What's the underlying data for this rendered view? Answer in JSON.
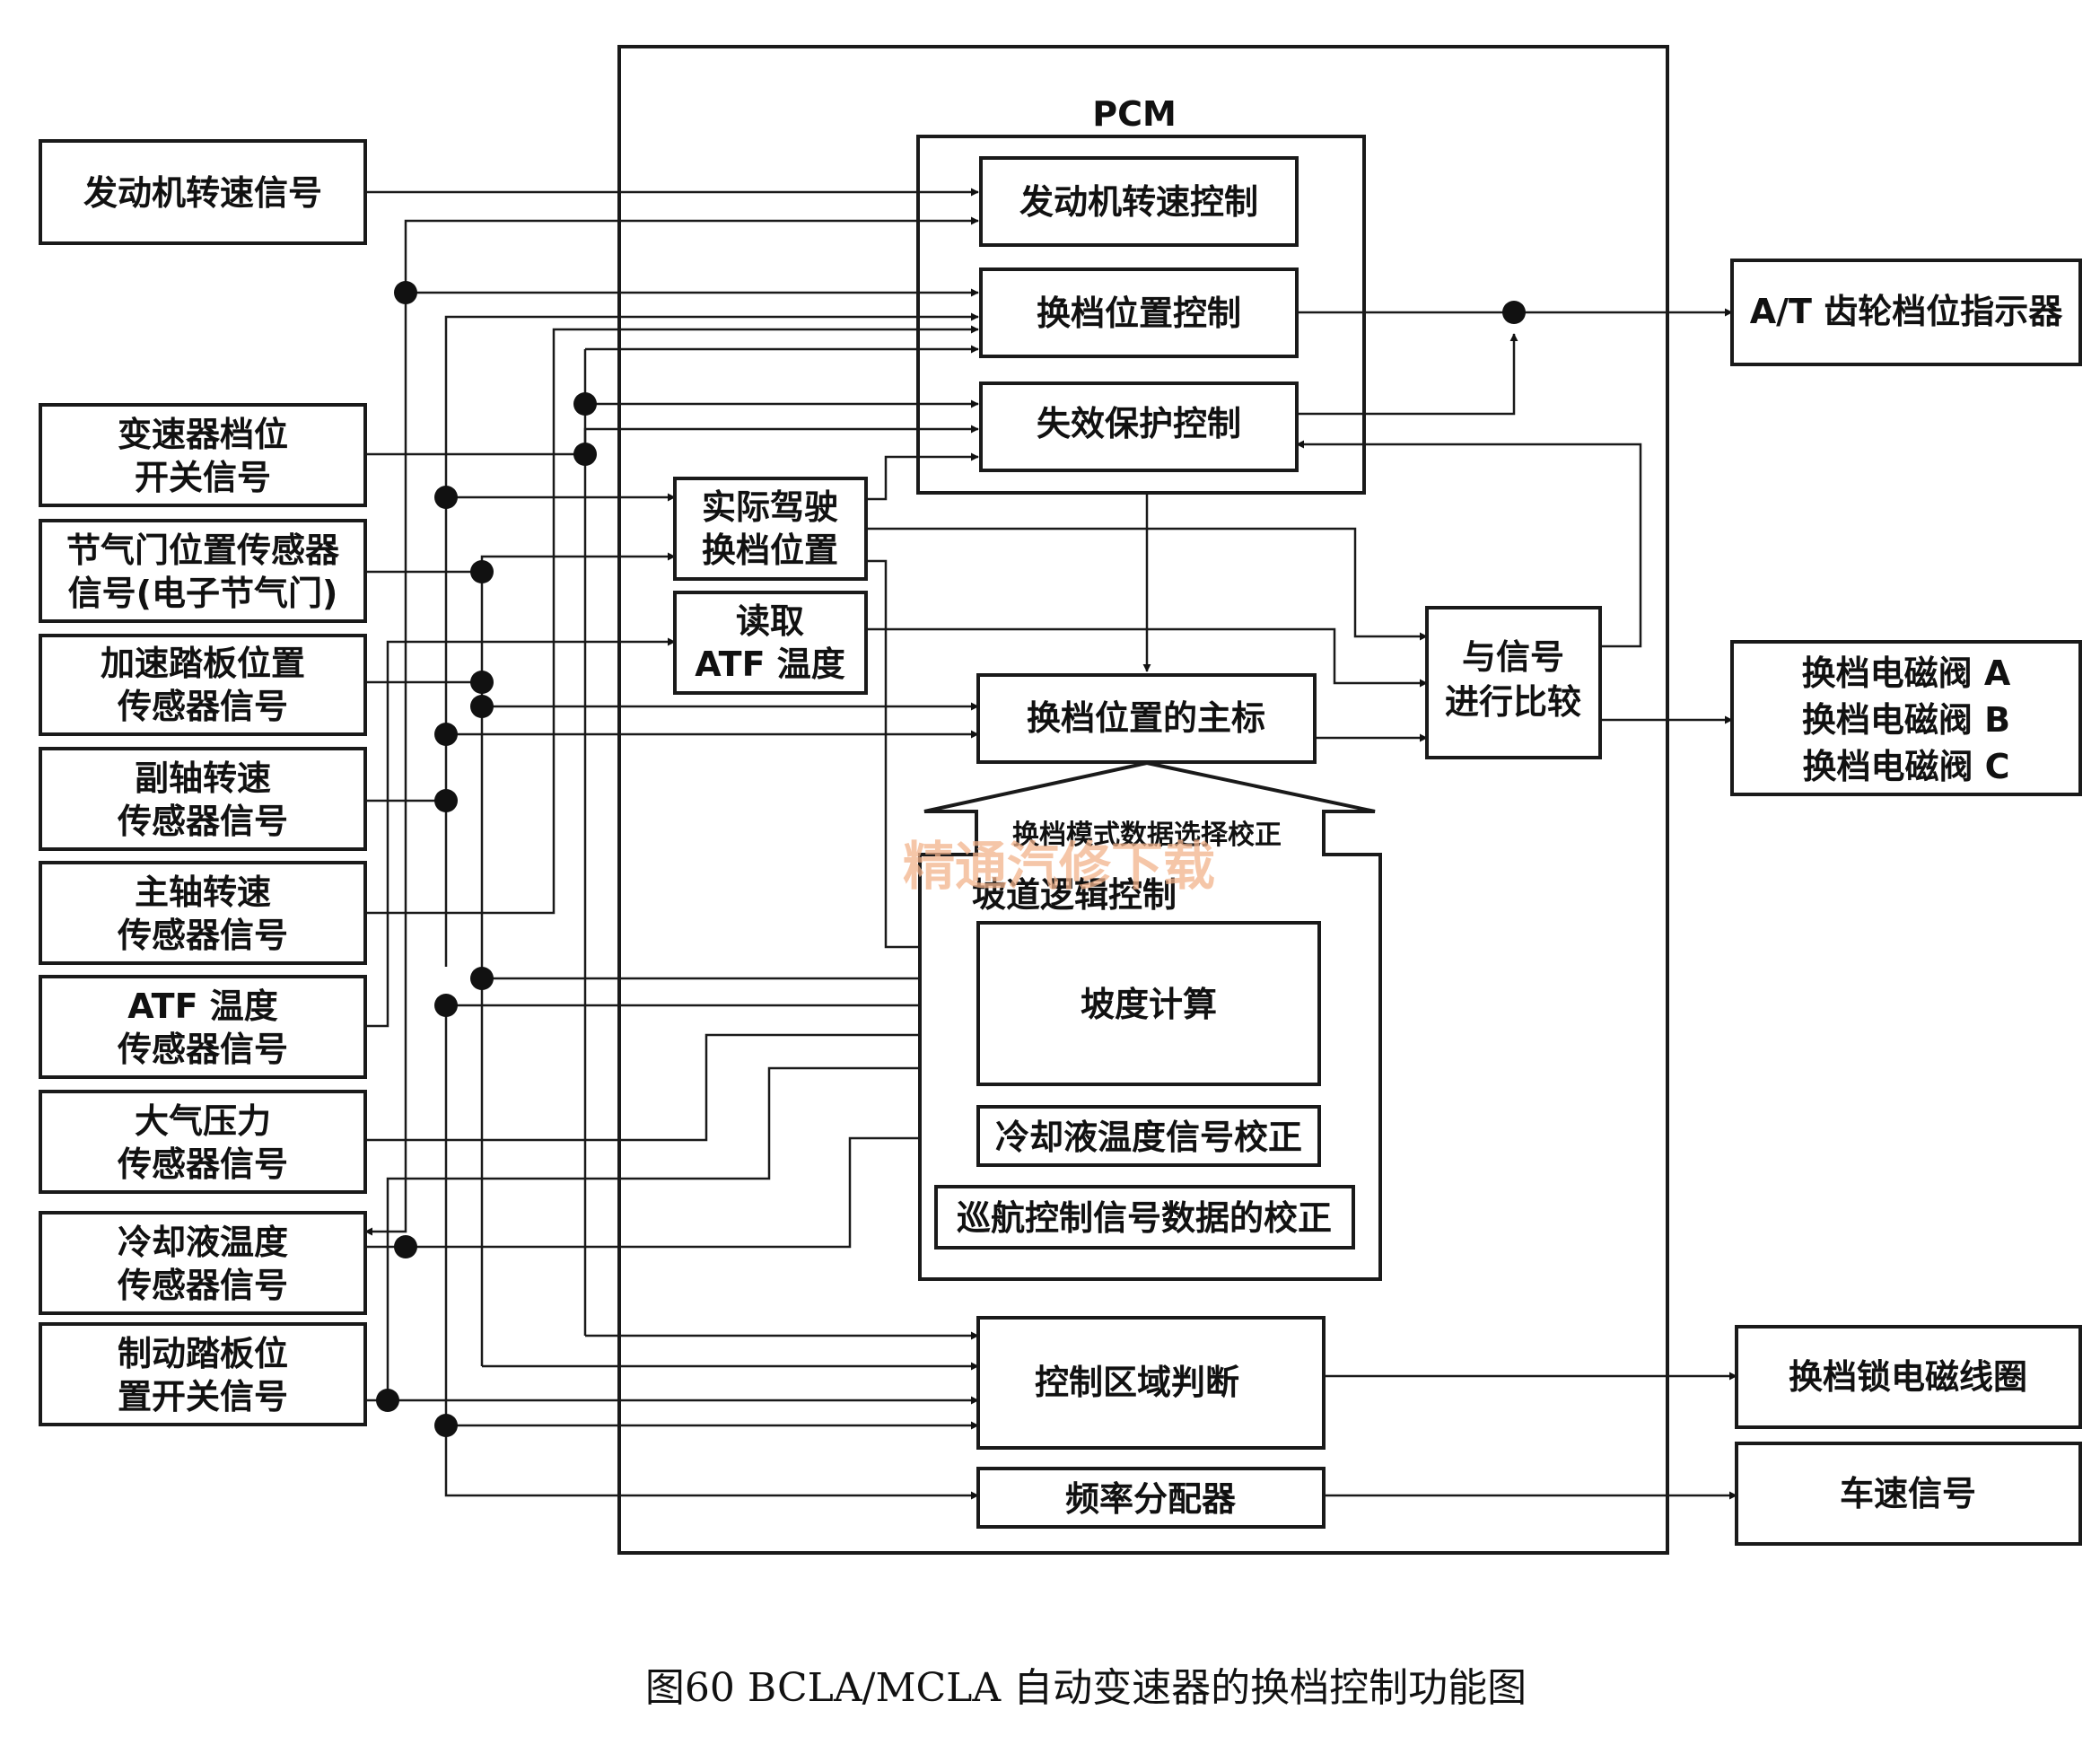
{
  "inputs": {
    "engine_speed": [
      "发动机转速信号"
    ],
    "range_switch": [
      "变速器档位",
      "开关信号"
    ],
    "tps": [
      "节气门位置传感器",
      "信号(电子节气门)"
    ],
    "app": [
      "加速踏板位置",
      "传感器信号"
    ],
    "countershaft": [
      "副轴转速",
      "传感器信号"
    ],
    "mainshaft": [
      "主轴转速",
      "传感器信号"
    ],
    "atf_temp": [
      "ATF 温度",
      "传感器信号"
    ],
    "baro": [
      "大气压力",
      "传感器信号"
    ],
    "ect": [
      "冷却液温度",
      "传感器信号"
    ],
    "brake": [
      "制动踏板位",
      "置开关信号"
    ]
  },
  "pcm": {
    "label": "PCM",
    "engine_speed_ctrl": [
      "发动机转速控制"
    ],
    "shift_position_ctrl": [
      "换档位置控制"
    ],
    "failsafe_ctrl": [
      "失效保护控制"
    ],
    "actual_position": [
      "实际驾驶",
      "换档位置"
    ],
    "read_atf": [
      "读取",
      "ATF 温度"
    ],
    "shift_map": [
      "换档位置的主标"
    ],
    "compare": [
      "与信号",
      "进行比较"
    ],
    "correction_label": "换档模式数据选择校正",
    "slope_logic": "坡道逻辑控制",
    "grade_calc": [
      "坡度计算"
    ],
    "coolant_correction": [
      "冷却液温度信号校正"
    ],
    "cruise_correction": [
      "巡航控制信号数据的校正"
    ],
    "control_area": [
      "控制区域判断"
    ],
    "freq_divider": [
      "频率分配器"
    ]
  },
  "outputs": {
    "at_indicator": [
      "A/T 齿轮档位指示器"
    ],
    "solenoids": [
      "换档电磁阀 A",
      "换档电磁阀 B",
      "换档电磁阀 C"
    ],
    "shift_lock": [
      "换档锁电磁线圈"
    ],
    "vss": [
      "车速信号"
    ]
  },
  "watermark": "精通汽修下载",
  "caption": "图60  BCLA/MCLA 自动变速器的换档控制功能图"
}
